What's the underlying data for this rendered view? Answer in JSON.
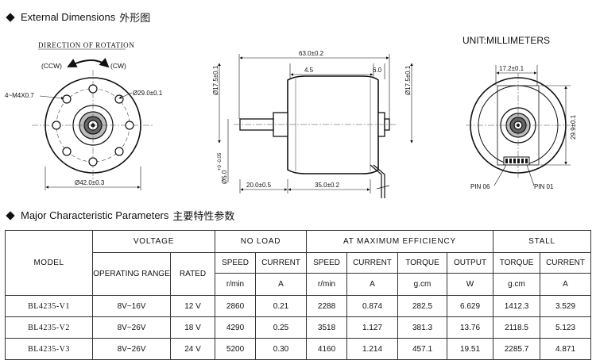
{
  "header": {
    "ext_title": "External Dimensions",
    "ext_title_cn": "外形图",
    "params_title": "Major Characteristic Parameters",
    "params_title_cn": "主要特性参数"
  },
  "drawing": {
    "unit": "UNIT:MILLIMETERS",
    "rotation_title": "DIRECTION OF ROTATION",
    "ccw": "(CCW)",
    "cw": "(CW)",
    "screw_holes": "4~M4X0.7",
    "bolt_circle": "Ø29.0±0.1",
    "outer_dia": "Ø42.0±0.3",
    "length": "63.0±0.2",
    "dim_4_5": "4.5",
    "dim_6_0": "6.0",
    "flange_dia_left": "Ø17.5±0.1",
    "flange_dia_right": "Ø17.5±0.1",
    "shaft_dia": "Ø5.0",
    "shaft_tol": "+0 -0.05",
    "shaft_len": "20.0±0.5",
    "body_part": "35.0±0.2",
    "rear_width": "17.2±0.1",
    "rear_height": "29.9±0.1",
    "pin_06": "PIN 06",
    "pin_01": "PIN 01"
  },
  "table": {
    "model_header": "MODEL",
    "groups": {
      "voltage": "VOLTAGE",
      "no_load": "NO LOAD",
      "max_eff": "AT MAXIMUM EFFICIENCY",
      "stall": "STALL"
    },
    "sub": {
      "operating_range": "OPERATING RANGE",
      "rated": "RATED",
      "speed": "SPEED",
      "current": "CURRENT",
      "torque": "TORQUE",
      "output": "OUTPUT"
    },
    "units": {
      "rpm": "r/min",
      "amp": "A",
      "gcm": "g.cm",
      "watt": "W"
    },
    "rows": [
      {
        "model": "BL4235-V1",
        "range": "8V~16V",
        "rated": "12 V",
        "nl_speed": "2860",
        "nl_current": "0.21",
        "me_speed": "2288",
        "me_current": "0.874",
        "me_torque": "282.5",
        "me_output": "6.629",
        "st_torque": "1412.3",
        "st_current": "3.529"
      },
      {
        "model": "BL4235-V2",
        "range": "8V~26V",
        "rated": "18 V",
        "nl_speed": "4290",
        "nl_current": "0.25",
        "me_speed": "3518",
        "me_current": "1.127",
        "me_torque": "381.3",
        "me_output": "13.76",
        "st_torque": "2118.5",
        "st_current": "5.123"
      },
      {
        "model": "BL4235-V3",
        "range": "8V~26V",
        "rated": "24 V",
        "nl_speed": "5200",
        "nl_current": "0.30",
        "me_speed": "4160",
        "me_current": "1.214",
        "me_torque": "457.1",
        "me_output": "19.51",
        "st_torque": "2285.7",
        "st_current": "4.871"
      }
    ]
  }
}
